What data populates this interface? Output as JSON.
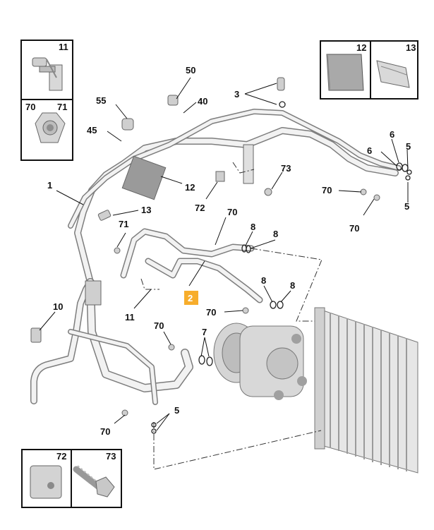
{
  "diagram": {
    "highlighted_part": "2",
    "inset_top_left": {
      "box1_label": "11",
      "box2_left_label": "70",
      "box2_right_label": "71"
    },
    "inset_top_right": {
      "left_label": "12",
      "right_label": "13"
    },
    "inset_bottom_left": {
      "left_label": "72",
      "right_label": "73"
    },
    "callouts": [
      {
        "id": "c1",
        "text": "1"
      },
      {
        "id": "c2",
        "text": "2"
      },
      {
        "id": "c3",
        "text": "3"
      },
      {
        "id": "c4",
        "text": "5"
      },
      {
        "id": "c5",
        "text": "5"
      },
      {
        "id": "c6",
        "text": "5"
      },
      {
        "id": "c7",
        "text": "6"
      },
      {
        "id": "c8",
        "text": "6"
      },
      {
        "id": "c9",
        "text": "7"
      },
      {
        "id": "c10",
        "text": "8"
      },
      {
        "id": "c11",
        "text": "8"
      },
      {
        "id": "c12",
        "text": "8"
      },
      {
        "id": "c13",
        "text": "8"
      },
      {
        "id": "c14",
        "text": "10"
      },
      {
        "id": "c15",
        "text": "11"
      },
      {
        "id": "c16",
        "text": "12"
      },
      {
        "id": "c17",
        "text": "13"
      },
      {
        "id": "c18",
        "text": "40"
      },
      {
        "id": "c19",
        "text": "45"
      },
      {
        "id": "c20",
        "text": "50"
      },
      {
        "id": "c21",
        "text": "55"
      },
      {
        "id": "c22",
        "text": "70"
      },
      {
        "id": "c23",
        "text": "70"
      },
      {
        "id": "c24",
        "text": "70"
      },
      {
        "id": "c25",
        "text": "70"
      },
      {
        "id": "c26",
        "text": "70"
      },
      {
        "id": "c27",
        "text": "70"
      },
      {
        "id": "c28",
        "text": "71"
      },
      {
        "id": "c29",
        "text": "72"
      },
      {
        "id": "c30",
        "text": "73"
      }
    ]
  }
}
